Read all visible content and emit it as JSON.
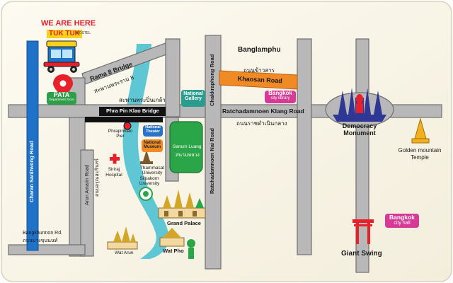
{
  "header": {
    "we_are_here": "WE ARE HERE",
    "logo": "TUK TUK",
    "logo_sub": "HOSTEL"
  },
  "roads": {
    "charan": "Charan Sanitwong Road",
    "arun_amarin": "Arun Amarin Road",
    "arun_amarin_th": "ถนนอรุณอมรินทร์",
    "rama8": "Rama 8 Bridge",
    "rama8_th": "สะพานพระราม 8",
    "pinklao_th": "สะพานพระปิ่นเกล้า",
    "pinklao": "Phra Pin Klao Bridge",
    "chakkraphong": "Chakkraphong Road",
    "khaosan_th": "ถนนข้าวสาร",
    "khaosan": "Khaosan Road",
    "ratchadamnoen_klang": "Ratchadamnoen Klang Road",
    "ratchadamnoen_th": "ถนนราชดำเนินกลาง",
    "ratchadamnoen_nai": "Ratchadamnoen Nai Road",
    "bangkhunnon": "Bangkhunnon Rd.",
    "bangkhunnon_th": "ถนนบางขุนนนท์"
  },
  "places": {
    "banglamphu": "Banglamphu",
    "pata": "PATA",
    "pata_sub": "Department Store",
    "national_gallery": "National Gallery",
    "bangkok_library": "Bangkok",
    "bangkok_library_sub": "city library",
    "democracy": "Democracy Monument",
    "golden_mountain": "Golden mountain Temple",
    "pier": "Phrapinklao Pier",
    "national_theater": "National Theater",
    "national_museum": "National Museum",
    "siriraj": "Siriraj Hospital",
    "thammasat": "Thammasat University",
    "silpakorn": "Silpakorn University",
    "sanum_luang": "Sanum Luang",
    "sanum_luang_th": "สนามหลวง",
    "grand_palace": "Grand Palace",
    "wat_arun": "Wat Arun",
    "wat_pho": "Wat Pho",
    "city_hall": "Bangkok",
    "city_hall_sub": "city hall",
    "giant_swing": "Giant Swing"
  },
  "colors": {
    "road": "#b8b8b8",
    "road_edge": "#6e6e6e",
    "river": "#5fc7d3",
    "charan_road": "#1e73c8",
    "khaosan_road": "#f08a24",
    "park": "#2aa548",
    "pata_green": "#2f9e48",
    "gallery_teal": "#2a9d8f",
    "library_magenta": "#d63a96",
    "museum_orange": "#f08a24",
    "theater_blue": "#2b72c8",
    "monument_navy": "#2f3795",
    "hospital_red": "#e8202a",
    "logo_yellow": "#f6d21a"
  },
  "icons": [
    "location-pin-icon",
    "tuk-tuk-icon",
    "hospital-cross-icon",
    "golden-pagoda-icon",
    "giant-swing-icon",
    "democracy-monument-icon",
    "temple-icon",
    "university-seal-icon",
    "spire-icon"
  ]
}
